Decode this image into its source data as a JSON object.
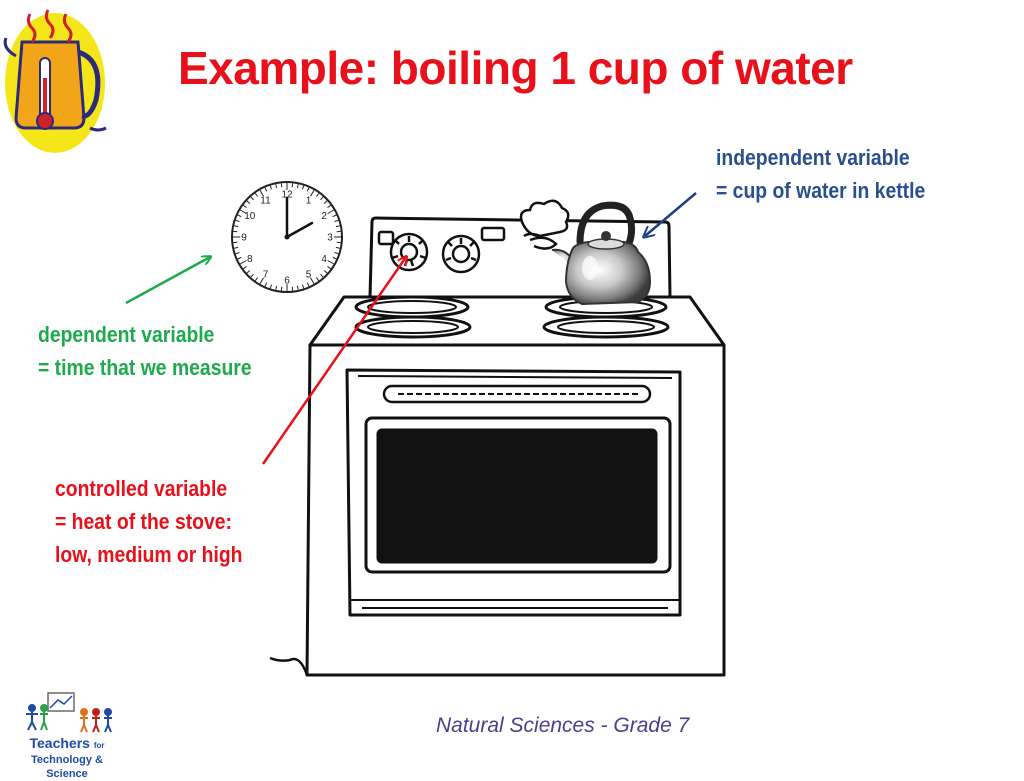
{
  "slide": {
    "title": "Example:  boiling 1 cup of water",
    "footer": "Natural Sciences - Grade 7"
  },
  "annotations": {
    "dependent": {
      "line1": "dependent variable",
      "line2": "= time that we measure",
      "color": "#1daa4c"
    },
    "independent": {
      "line1": "independent variable",
      "line2": "= cup of water in kettle",
      "color": "#2b4e8c"
    },
    "controlled": {
      "line1": "controlled variable",
      "line2": "= heat of the stove:",
      "line3": "low, medium or high",
      "color": "#e8101a"
    }
  },
  "clock": {
    "numerals": [
      "12",
      "1",
      "2",
      "3",
      "4",
      "5",
      "6",
      "7",
      "8",
      "9",
      "10",
      "11"
    ]
  },
  "logo": {
    "line1": "Teachers",
    "small": "for",
    "line2": "Technology & Science"
  },
  "colors": {
    "title": "#e8101a",
    "kettle_icon_bg": "#f5e61a",
    "footer": "#4a3f8c"
  }
}
